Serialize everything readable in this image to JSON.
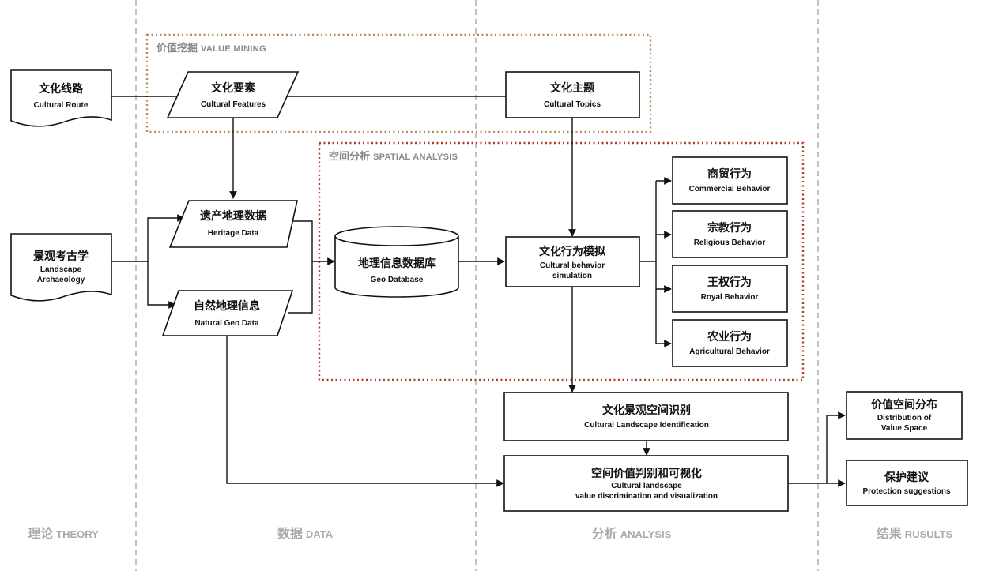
{
  "regions": {
    "value_mining": {
      "zh": "价值挖掘",
      "en": "VALUE MINING",
      "color": "#b8895a"
    },
    "spatial_analysis": {
      "zh": "空间分析",
      "en": "SPATIAL ANALYSIS",
      "color": "#b33a2b"
    }
  },
  "columns": [
    {
      "zh": "理论",
      "en": "THEORY"
    },
    {
      "zh": "数据",
      "en": "DATA"
    },
    {
      "zh": "分析",
      "en": "ANALYSIS"
    },
    {
      "zh": "结果",
      "en": "RUSULTS"
    }
  ],
  "nodes": {
    "cultural_route": {
      "zh": "文化线路",
      "en": [
        "Cultural Route"
      ]
    },
    "landscape_archaeology": {
      "zh": "景观考古学",
      "en": [
        "Landscape",
        "Archaeology"
      ]
    },
    "cultural_features": {
      "zh": "文化要素",
      "en": [
        "Cultural Features"
      ]
    },
    "heritage_data": {
      "zh": "遗产地理数据",
      "en": [
        "Heritage Data"
      ]
    },
    "natural_geo_data": {
      "zh": "自然地理信息",
      "en": [
        "Natural Geo Data"
      ]
    },
    "geo_database": {
      "zh": "地理信息数据库",
      "en": [
        "Geo Database"
      ]
    },
    "cultural_topics": {
      "zh": "文化主题",
      "en": [
        "Cultural Topics"
      ]
    },
    "behavior_simulation": {
      "zh": "文化行为模拟",
      "en": [
        "Cultural behavior",
        "simulation"
      ]
    },
    "commercial_behavior": {
      "zh": "商贸行为",
      "en": [
        "Commercial Behavior"
      ]
    },
    "religious_behavior": {
      "zh": "宗教行为",
      "en": [
        "Religious Behavior"
      ]
    },
    "royal_behavior": {
      "zh": "王权行为",
      "en": [
        "Royal Behavior"
      ]
    },
    "agricultural_behavior": {
      "zh": "农业行为",
      "en": [
        "Agricultural Behavior"
      ]
    },
    "landscape_identification": {
      "zh": "文化景观空间识别",
      "en": [
        "Cultural Landscape Identification"
      ]
    },
    "value_discrimination": {
      "zh": "空间价值判别和可视化",
      "en": [
        "Cultural landscape",
        "value discrimination and visualization"
      ]
    },
    "value_space_distribution": {
      "zh": "价值空间分布",
      "en": [
        "Distribution of",
        "Value Space"
      ]
    },
    "protection_suggestions": {
      "zh": "保护建议",
      "en": [
        "Protection suggestions"
      ]
    }
  }
}
